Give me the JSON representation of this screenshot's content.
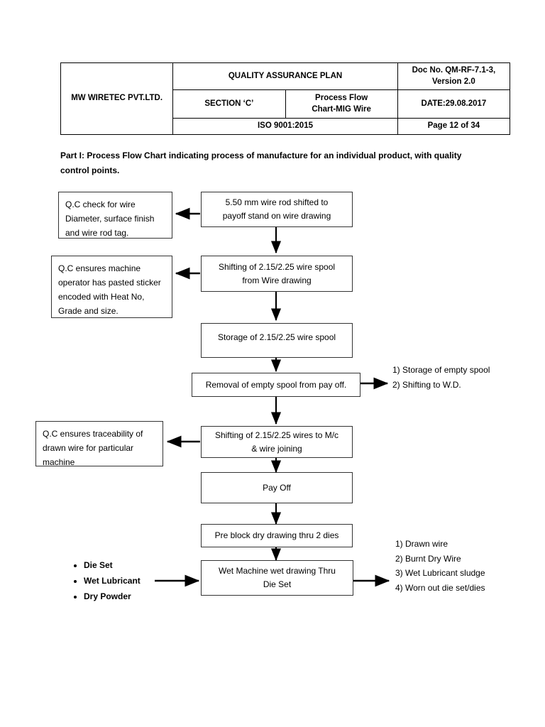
{
  "header_table": {
    "company": "MW WIRETEC PVT.LTD.",
    "title": "QUALITY ASSURANCE PLAN",
    "doc_no": "Doc No. QM-RF-7.1-3, Version 2.0",
    "section": "SECTION ‘C’",
    "subject_line1": "Process Flow",
    "subject_line2": "Chart-MIG Wire",
    "date": "DATE:29.08.2017",
    "iso": "ISO 9001:2015",
    "page": "Page 12 of 34"
  },
  "caption": "Part I: Process Flow Chart indicating process of manufacture for an individual product, with quality control points.",
  "process_boxes": [
    {
      "id": "wire-rod-shifted",
      "line1": "5.50 mm wire rod shifted to",
      "line2": "payoff stand on wire drawing"
    },
    {
      "id": "shifting-spool",
      "line1": "Shifting of 2.15/2.25 wire spool",
      "line2": "from Wire drawing"
    },
    {
      "id": "storage-spool",
      "line1": "Storage of 2.15/2.25 wire spool",
      "line2": ""
    },
    {
      "id": "removal-empty-spool",
      "line1": "Removal of empty spool from pay off.",
      "line2": ""
    },
    {
      "id": "shifting-wires-mc",
      "line1": "Shifting of 2.15/2.25 wires to M/c",
      "line2": "& wire joining"
    },
    {
      "id": "pay-off",
      "line1": "Pay Off",
      "line2": ""
    },
    {
      "id": "pre-block-dry-drawing",
      "line1": "Pre block dry drawing thru 2 dies",
      "line2": ""
    },
    {
      "id": "wet-machine-drawing",
      "line1": "Wet Machine wet drawing Thru",
      "line2": "Die Set"
    }
  ],
  "qc_boxes": [
    {
      "id": "qc-wire-diameter",
      "lines": [
        "Q.C check for wire",
        "Diameter, surface finish",
        "and wire rod tag."
      ]
    },
    {
      "id": "qc-sticker",
      "lines": [
        "Q.C ensures machine",
        "operator has pasted sticker",
        "encoded with Heat No,",
        "Grade and size."
      ]
    },
    {
      "id": "qc-traceability",
      "lines": [
        "Q.C ensures traceability of",
        "drawn wire for particular",
        "machine"
      ]
    }
  ],
  "output_notes_spool": [
    "1) Storage of empty spool",
    "2) Shifting to W.D."
  ],
  "output_notes_wet": [
    "1) Drawn wire",
    "2) Burnt Dry Wire",
    "3) Wet Lubricant sludge",
    "4) Worn out die set/dies"
  ],
  "input_bullets": [
    "Die Set",
    "Wet Lubricant",
    "Dry Powder"
  ],
  "colors": {
    "line": "#000000",
    "box_border": "#333333",
    "background": "#ffffff"
  }
}
